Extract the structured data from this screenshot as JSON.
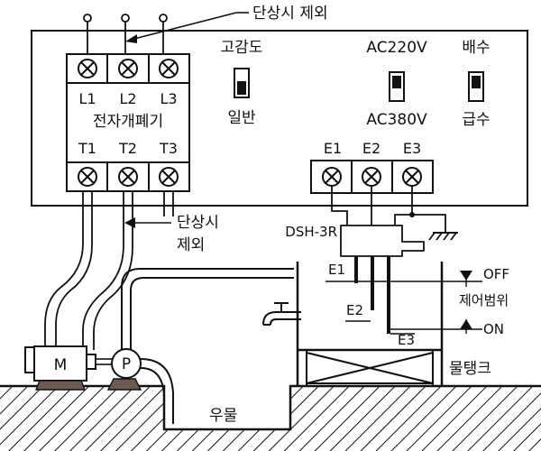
{
  "callouts": {
    "top_phase_loss": "단상시 제외",
    "mid_phase_loss_line1": "단상시",
    "mid_phase_loss_line2": "제외"
  },
  "contactor": {
    "top_terminals": [
      "L1",
      "L2",
      "L3"
    ],
    "name": "전자개폐기",
    "bottom_terminals": [
      "T1",
      "T2",
      "T3"
    ]
  },
  "switches": {
    "sensitivity": {
      "top": "고감도",
      "bottom": "일반"
    },
    "voltage": {
      "top": "AC220V",
      "bottom": "AC380V"
    },
    "mode": {
      "top": "배수",
      "bottom": "급수"
    }
  },
  "electrode_block": {
    "terminals": [
      "E1",
      "E2",
      "E3"
    ]
  },
  "electrode_holder": "DSH-3R",
  "electrodes": [
    "E1",
    "E2",
    "E3"
  ],
  "level_marks": {
    "off": "OFF",
    "range": "제어범위",
    "on": "ON"
  },
  "motor_label": "M",
  "pump_label": "P",
  "tank_label": "물탱크",
  "well_label": "우물"
}
